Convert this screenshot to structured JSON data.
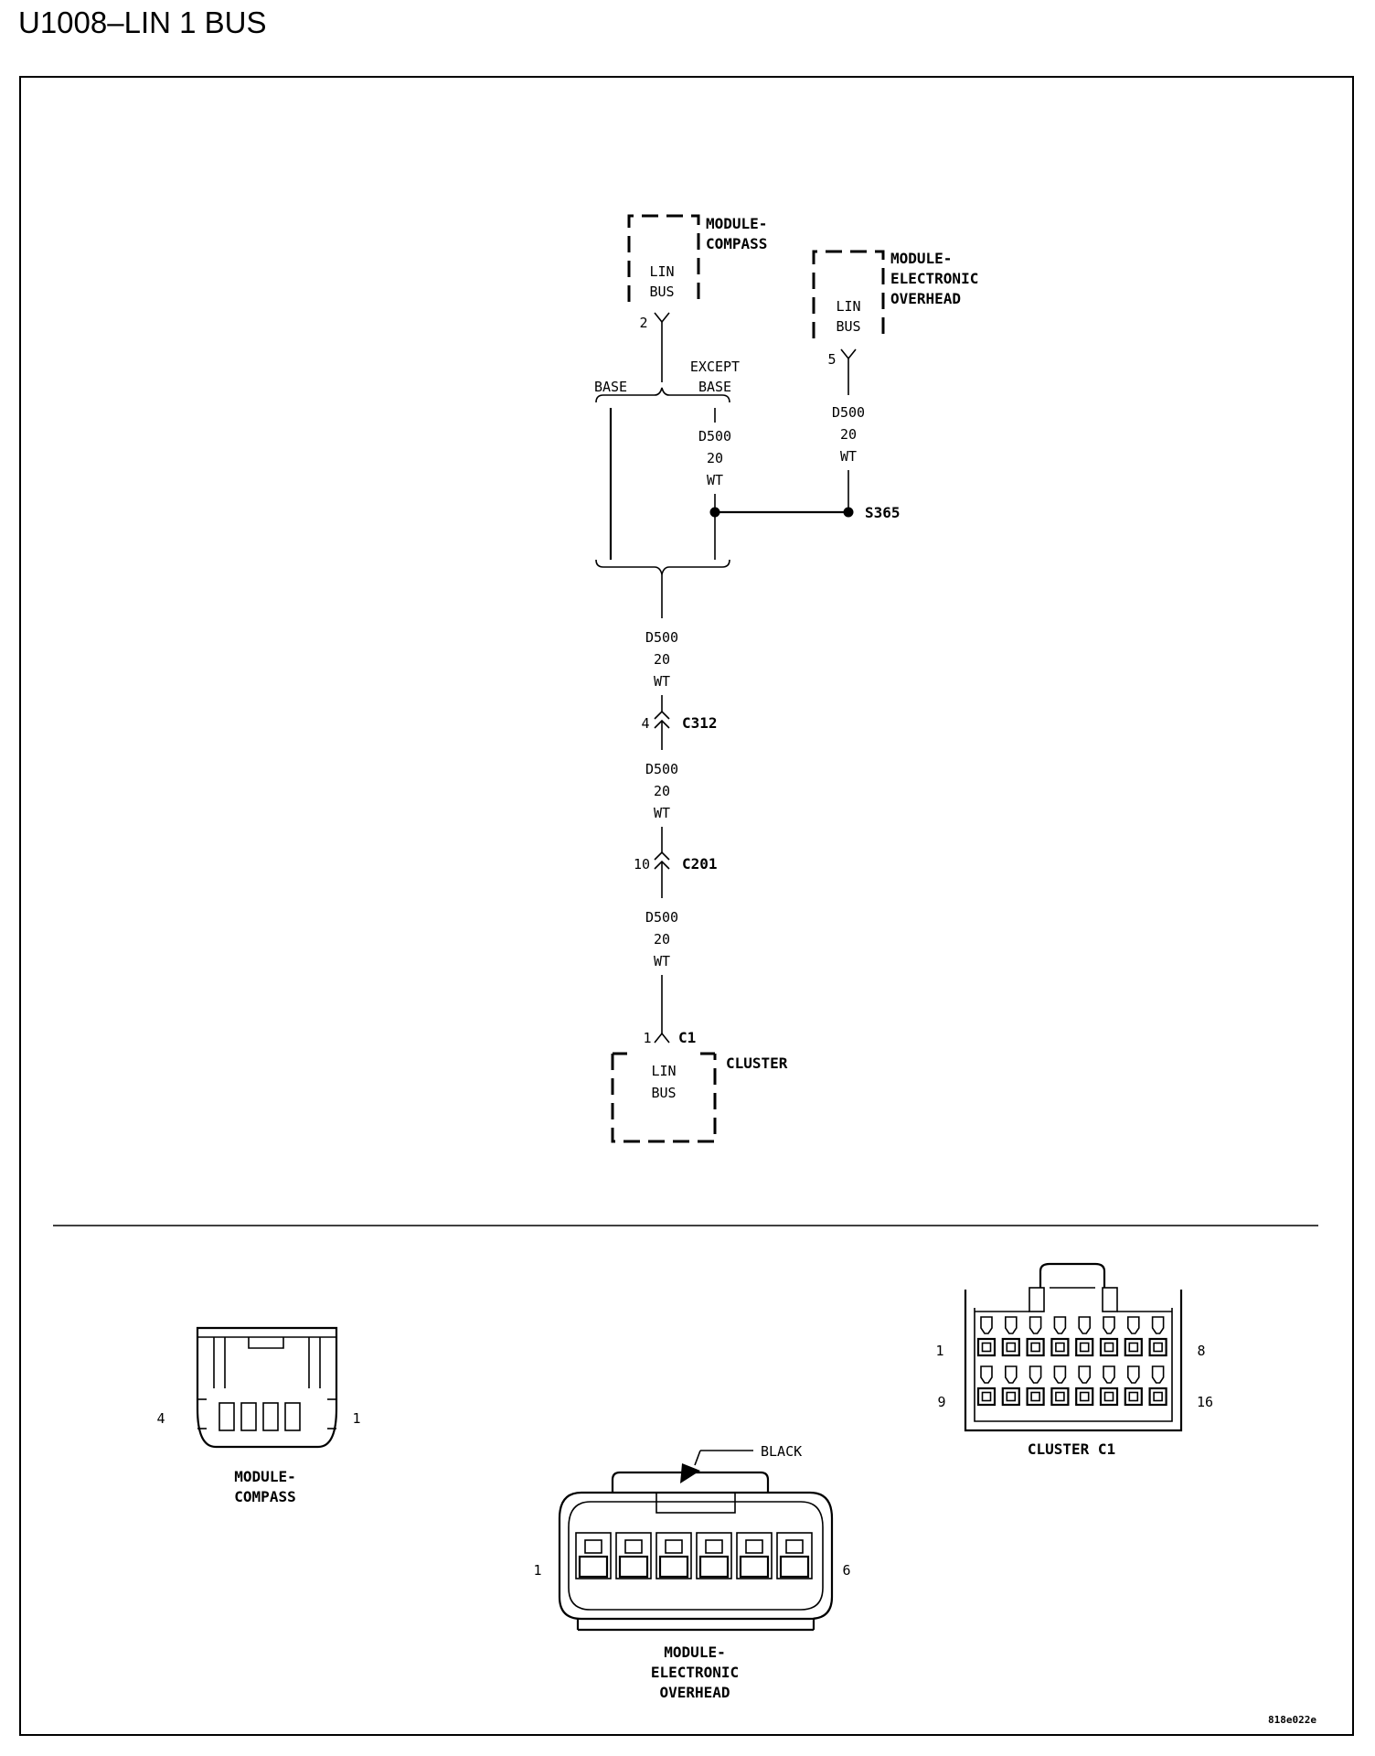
{
  "title": "U1008–LIN 1 BUS",
  "modules": {
    "compass": {
      "name_line1": "MODULE-",
      "name_line2": "COMPASS",
      "pin": "2",
      "circuit_line1": "LIN",
      "circuit_line2": "BUS"
    },
    "overhead": {
      "name_line1": "MODULE-",
      "name_line2": "ELECTRONIC",
      "name_line3": "OVERHEAD",
      "pin": "5",
      "circuit_line1": "LIN",
      "circuit_line2": "BUS"
    },
    "cluster": {
      "name": "CLUSTER",
      "connector": "C1",
      "pin": "1",
      "circuit_line1": "LIN",
      "circuit_line2": "BUS"
    }
  },
  "options": {
    "base": "BASE",
    "except_line1": "EXCEPT",
    "except_line2": "BASE"
  },
  "wire": {
    "circuit": "D500",
    "gauge": "20",
    "color": "WT"
  },
  "splice": {
    "id": "S365"
  },
  "connectors": {
    "c312": {
      "id": "C312",
      "pin": "4"
    },
    "c201": {
      "id": "C201",
      "pin": "10"
    }
  },
  "views": {
    "compass": {
      "label_line1": "MODULE-",
      "label_line2": "COMPASS",
      "pin_left": "4",
      "pin_right": "1"
    },
    "overhead": {
      "color_callout": "BLACK",
      "label_line1": "MODULE-",
      "label_line2": "ELECTRONIC",
      "label_line3": "OVERHEAD",
      "pin_left": "1",
      "pin_right": "6"
    },
    "cluster": {
      "label": "CLUSTER C1",
      "pin_top_left": "1",
      "pin_top_right": "8",
      "pin_bottom_left": "9",
      "pin_bottom_right": "16"
    }
  },
  "figure_id": "818e022e"
}
